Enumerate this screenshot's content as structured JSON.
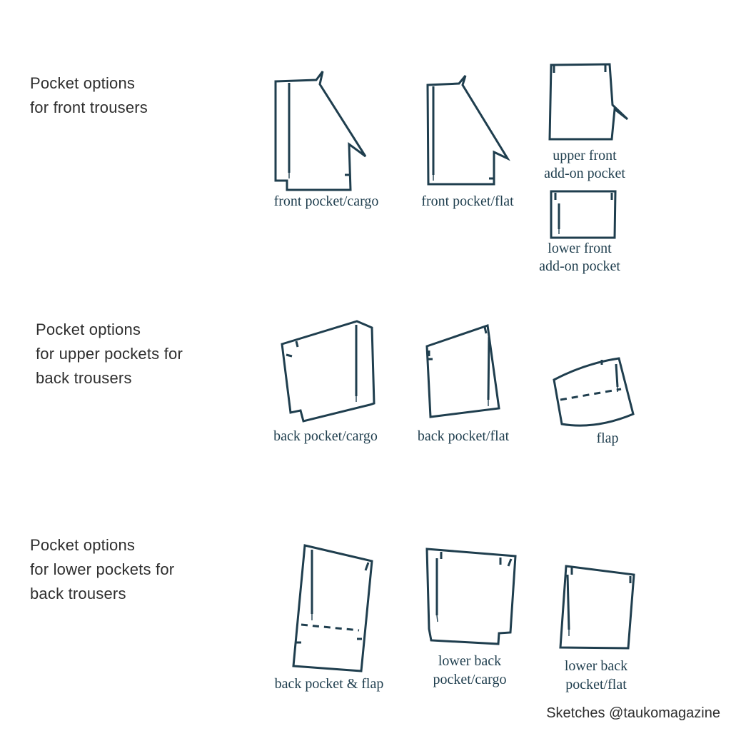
{
  "colors": {
    "background": "#ffffff",
    "sketch_line": "#1f3e4e",
    "caption_text": "#1f3e4e",
    "heading_text": "#2e2e2e"
  },
  "credit": "Sketches @taukomagazine",
  "sections": [
    {
      "name": "front-trousers",
      "heading_lines": [
        "Pocket options",
        "for front trousers"
      ],
      "items": [
        {
          "name": "front-pocket-cargo",
          "caption_lines": [
            "front pocket/cargo"
          ]
        },
        {
          "name": "front-pocket-flat",
          "caption_lines": [
            "front pocket/flat"
          ]
        },
        {
          "name": "upper-front-add-on-pocket",
          "caption_lines": [
            "upper front",
            "add-on pocket"
          ]
        },
        {
          "name": "lower-front-add-on-pocket",
          "caption_lines": [
            "lower front",
            "add-on pocket"
          ]
        }
      ]
    },
    {
      "name": "upper-back-pockets",
      "heading_lines": [
        "Pocket options",
        "for upper pockets for",
        "back trousers"
      ],
      "items": [
        {
          "name": "back-pocket-cargo",
          "caption_lines": [
            "back pocket/cargo"
          ]
        },
        {
          "name": "back-pocket-flat",
          "caption_lines": [
            "back pocket/flat"
          ]
        },
        {
          "name": "flap",
          "caption_lines": [
            "flap"
          ]
        }
      ]
    },
    {
      "name": "lower-back-pockets",
      "heading_lines": [
        "Pocket options",
        "for lower pockets for",
        "back trousers"
      ],
      "items": [
        {
          "name": "back-pocket-and-flap",
          "caption_lines": [
            "back pocket & flap"
          ]
        },
        {
          "name": "lower-back-pocket-cargo",
          "caption_lines": [
            "lower back",
            "pocket/cargo"
          ]
        },
        {
          "name": "lower-back-pocket-flat",
          "caption_lines": [
            "lower back",
            "pocket/flat"
          ]
        }
      ]
    }
  ]
}
